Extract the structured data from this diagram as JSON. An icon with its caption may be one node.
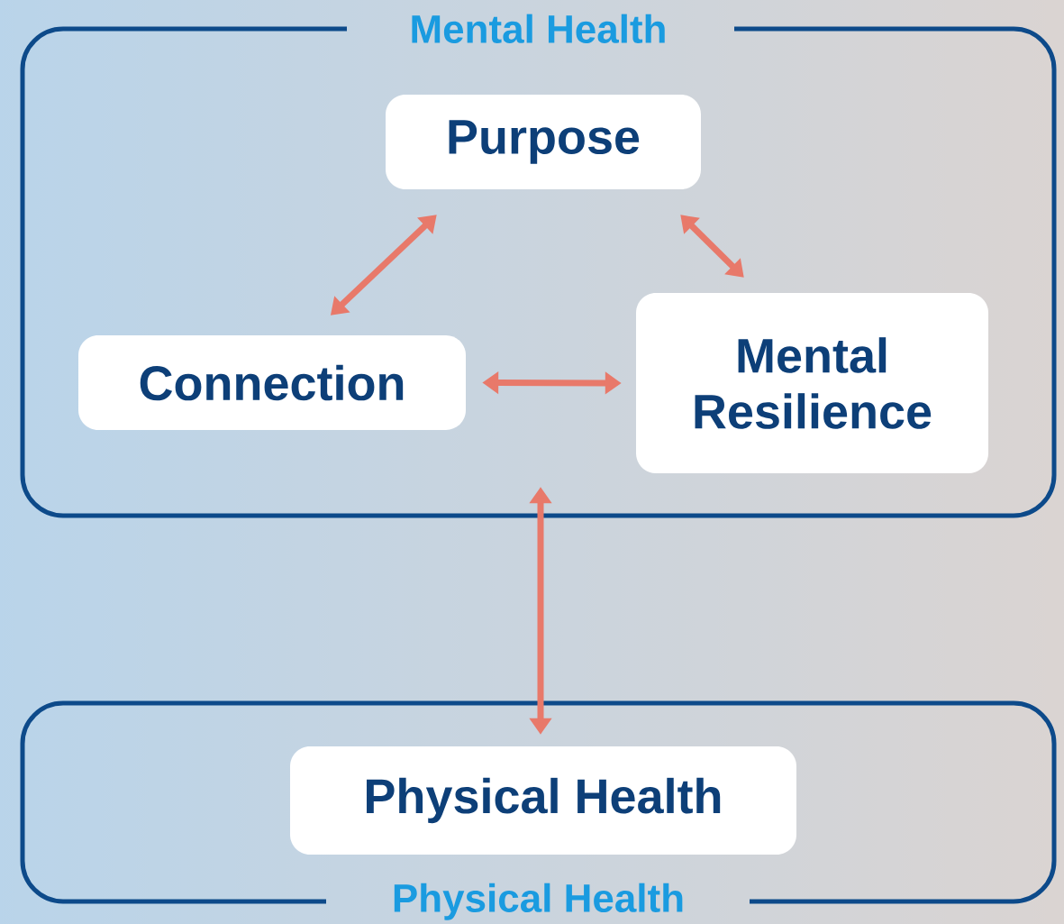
{
  "diagram": {
    "nodes": [
      {
        "text": [
          "Mental Health"
        ]
      },
      {
        "text": [
          "Purpose"
        ],
        "in": 0
      },
      {
        "text": [
          "Connection"
        ],
        "in": 0
      },
      {
        "text": [
          "Mental Resilience"
        ],
        "in": 0
      },
      {
        "text": [
          "Physical Health"
        ]
      },
      {
        "text": [
          "Physical Health"
        ],
        "in": 4
      }
    ],
    "edges": [
      {
        "from": 1,
        "to": 2,
        "arrow": "both"
      },
      {
        "from": 1,
        "to": 3,
        "arrow": "both"
      },
      {
        "from": 2,
        "to": 3,
        "arrow": "both"
      },
      {
        "from": 0,
        "to": 5,
        "arrow": "both"
      }
    ]
  }
}
